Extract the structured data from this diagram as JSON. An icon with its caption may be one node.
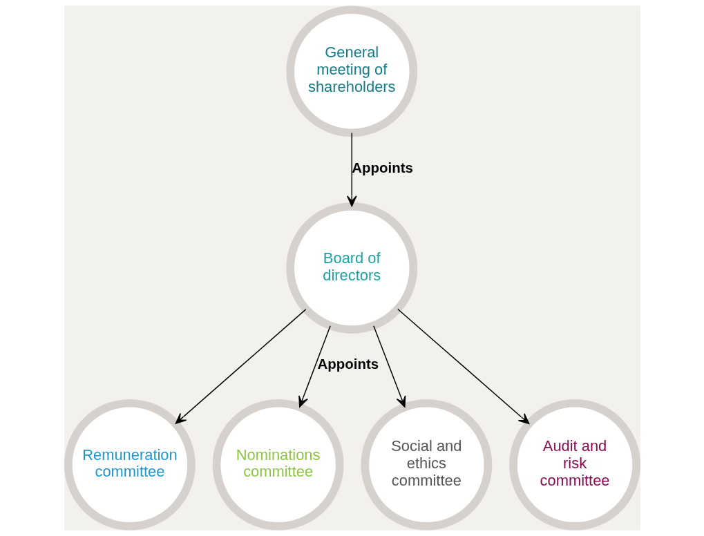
{
  "diagram": {
    "nodes": [
      {
        "text": [
          "General meeting of shareholders"
        ]
      },
      {
        "text": [
          "Board of directors"
        ]
      },
      {
        "text": [
          "Remuneration committee"
        ]
      },
      {
        "text": [
          "Nominations committee"
        ]
      },
      {
        "text": [
          "Social and ethics committee"
        ]
      },
      {
        "text": [
          "Audit and risk committee"
        ]
      }
    ],
    "edges": [
      {
        "from": 0,
        "to": 1,
        "arrow": "to",
        "label": "Appoints"
      },
      {
        "from": 1,
        "to": 2,
        "arrow": "to"
      },
      {
        "from": 1,
        "to": 3,
        "arrow": "to",
        "label": "Appoints"
      },
      {
        "from": 1,
        "to": 4,
        "arrow": "to"
      },
      {
        "from": 1,
        "to": 5,
        "arrow": "to"
      }
    ]
  }
}
